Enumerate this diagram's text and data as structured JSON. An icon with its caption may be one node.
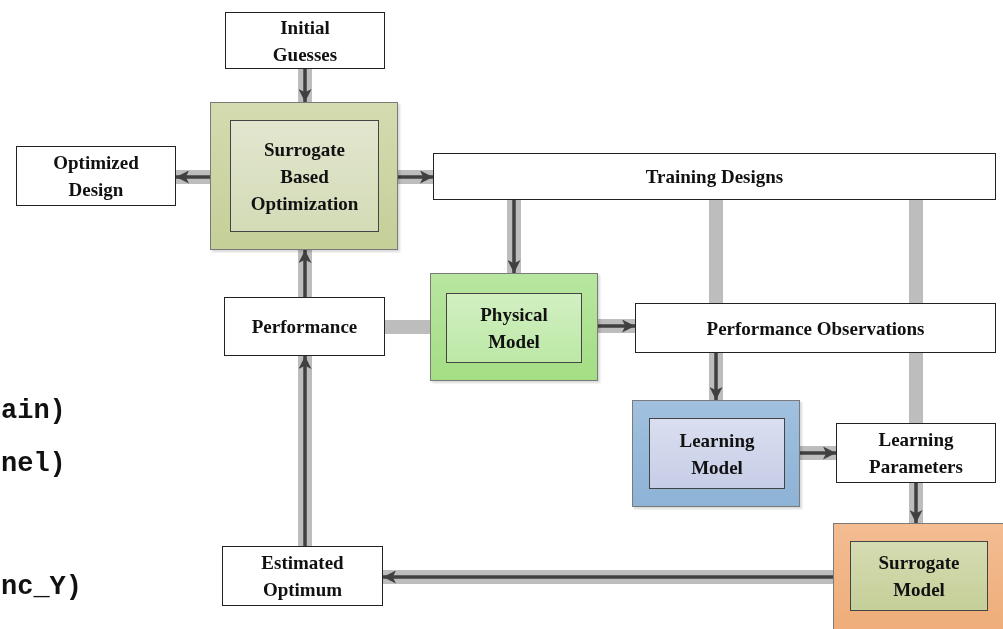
{
  "diagram": {
    "nodes": [
      {
        "text": [
          "Initial Guesses"
        ]
      },
      {
        "text": [],
        "shape": "box"
      },
      {
        "text": [
          "Surrogate Based Optimization"
        ],
        "in": 1
      },
      {
        "text": [
          "Optimized Design"
        ]
      },
      {
        "text": [
          "Training Designs"
        ]
      },
      {
        "text": [
          "Performance"
        ]
      },
      {
        "text": [],
        "shape": "box"
      },
      {
        "text": [
          "Physical Model"
        ],
        "in": 6
      },
      {
        "text": [
          "Performance Observations"
        ]
      },
      {
        "text": [],
        "shape": "box"
      },
      {
        "text": [
          "Learning Model"
        ],
        "in": 9
      },
      {
        "text": [
          "Learning Parameters"
        ]
      },
      {
        "text": [],
        "shape": "box"
      },
      {
        "text": [
          "Surrogate Model"
        ],
        "in": 12
      },
      {
        "text": [
          "Estimated Optimum"
        ]
      }
    ],
    "edges": [
      {
        "from": 0,
        "to": 1,
        "arrow": "to"
      },
      {
        "from": 1,
        "to": 3,
        "arrow": "to"
      },
      {
        "from": 1,
        "to": 4,
        "arrow": "to"
      },
      {
        "from": 4,
        "to": 6,
        "arrow": "to"
      },
      {
        "from": 4,
        "to": 8,
        "arrow": "none",
        "style": "thick",
        "color": "#bdbdbd"
      },
      {
        "from": 4,
        "to": 8,
        "arrow": "none",
        "style": "thick",
        "color": "#bdbdbd"
      },
      {
        "from": 6,
        "to": 8,
        "arrow": "to"
      },
      {
        "from": 6,
        "to": 5,
        "arrow": "none",
        "style": "thick",
        "color": "#bdbdbd"
      },
      {
        "from": 8,
        "to": 9,
        "arrow": "to"
      },
      {
        "from": 9,
        "to": 11,
        "arrow": "to"
      },
      {
        "from": 8,
        "to": 11,
        "arrow": "none",
        "style": "thick",
        "color": "#bdbdbd"
      },
      {
        "from": 11,
        "to": 12,
        "arrow": "to"
      },
      {
        "from": 12,
        "to": 14,
        "arrow": "to"
      },
      {
        "from": 14,
        "to": 5,
        "arrow": "to"
      },
      {
        "from": 5,
        "to": 1,
        "arrow": "to"
      }
    ],
    "labels": [
      "ain)",
      "nel)",
      "nc_Y)"
    ]
  }
}
